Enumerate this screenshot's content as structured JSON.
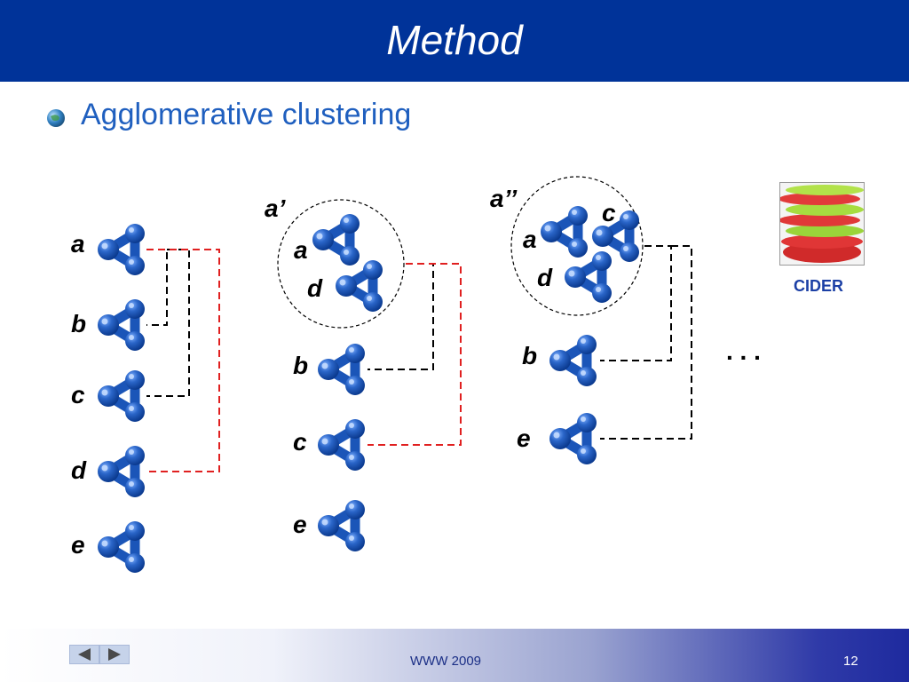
{
  "slide": {
    "title": "Method",
    "bullet": "Agglomerative clustering"
  },
  "diagram": {
    "step1": {
      "items": [
        "a",
        "b",
        "c",
        "d",
        "e"
      ]
    },
    "step2": {
      "cluster_label": "a’",
      "cluster_members": [
        "a",
        "d"
      ],
      "items": [
        "b",
        "c",
        "e"
      ]
    },
    "step3": {
      "cluster_label": "a’’",
      "cluster_members": [
        "a",
        "c",
        "d"
      ],
      "items": [
        "b",
        "e"
      ]
    },
    "ellipsis": ". . ."
  },
  "logo": {
    "caption": "CIDER"
  },
  "footer": {
    "venue": "WWW 2009",
    "page": "12"
  },
  "colors": {
    "accent": "#003399",
    "node": "#1b55b8",
    "merge_line": "#e02020",
    "link_line": "#000000"
  }
}
